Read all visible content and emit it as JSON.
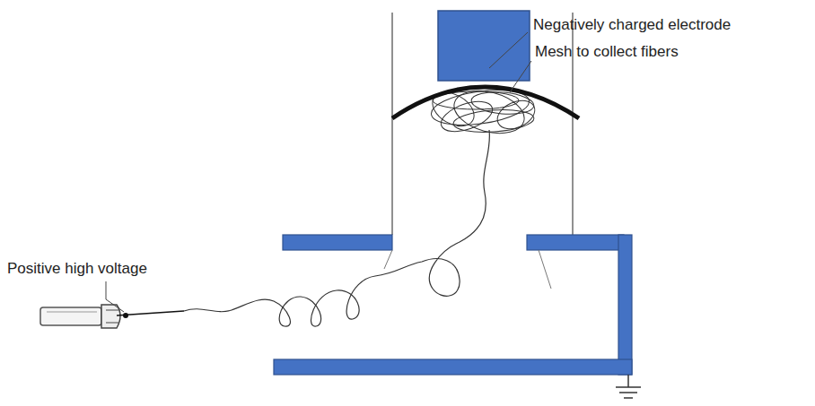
{
  "diagram": {
    "labels": [
      "Negatively charged electrode",
      "Mesh to collect fibers",
      "Positive high voltage"
    ]
  }
}
